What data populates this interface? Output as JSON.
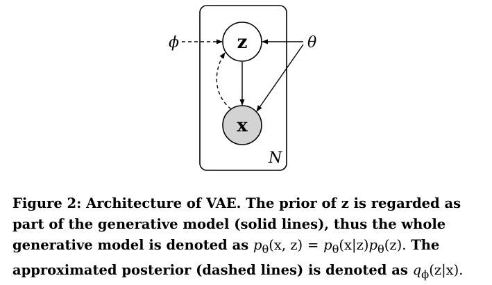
{
  "diagram": {
    "nodes": {
      "latent": {
        "label": "z",
        "fill": "#ffffff",
        "role": "latent"
      },
      "observed": {
        "label": "x",
        "fill": "#d3d3d3",
        "role": "observed"
      }
    },
    "parameters": {
      "phi": "ϕ",
      "theta": "θ"
    },
    "plate_label": "N",
    "edges": [
      {
        "from": "phi",
        "to": "latent",
        "style": "dashed"
      },
      {
        "from": "theta",
        "to": "latent",
        "style": "solid"
      },
      {
        "from": "theta",
        "to": "observed",
        "style": "solid"
      },
      {
        "from": "latent",
        "to": "observed",
        "style": "solid"
      },
      {
        "from": "observed",
        "to": "latent",
        "style": "dashed"
      }
    ]
  },
  "caption": {
    "line1": "Figure 2: Architecture of VAE. The prior of z is regarded as",
    "line2": "part of the generative model (solid lines), thus the whole",
    "line3_text": "generative model is denoted as",
    "line3_joint": "p",
    "line3_sub": "θ",
    "line3_args": "(x, z)",
    "line3_eq": "=",
    "line3_p1": "p",
    "line3_p1_sub": "θ",
    "line3_p1_args": "(x|z)",
    "line3_p2": "p",
    "line3_p2_sub": "θ",
    "line3_p2_args": "(z).",
    "line3_end": "The",
    "line4_text": "approximated posterior (dashed lines) is denoted as",
    "line4_q": "q",
    "line4_q_sub": "ϕ",
    "line4_q_args": "(z|x)."
  }
}
